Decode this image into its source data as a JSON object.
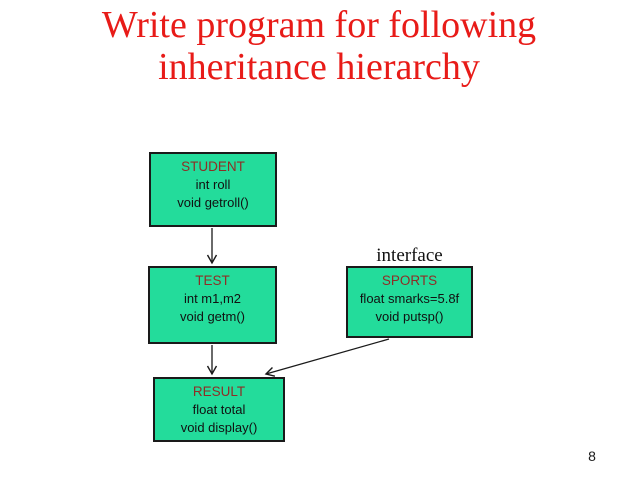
{
  "colors": {
    "background": "#ffffff",
    "title_red": "#e81b18",
    "box_fill": "#23dc9b",
    "box_border": "#1a1a1a",
    "box_header": "#8e2e26",
    "body_text": "#111111"
  },
  "title": {
    "line1": "Write program for following",
    "line2": "inheritance hierarchy"
  },
  "page_number": "8",
  "diagram": {
    "interface_label": "interface",
    "boxes": {
      "student": {
        "title": "STUDENT",
        "members": [
          "int roll",
          "void getroll()"
        ]
      },
      "test": {
        "title": "TEST",
        "members": [
          "int m1,m2",
          "void getm()"
        ]
      },
      "sports": {
        "title": "SPORTS",
        "members": [
          "float smarks=5.8f",
          "void putsp()"
        ]
      },
      "result": {
        "title": "RESULT",
        "members": [
          "float total",
          "void display()"
        ]
      }
    },
    "arrows": [
      {
        "from": "STUDENT",
        "to": "TEST"
      },
      {
        "from": "TEST",
        "to": "RESULT"
      },
      {
        "from": "SPORTS",
        "to": "RESULT"
      }
    ]
  }
}
